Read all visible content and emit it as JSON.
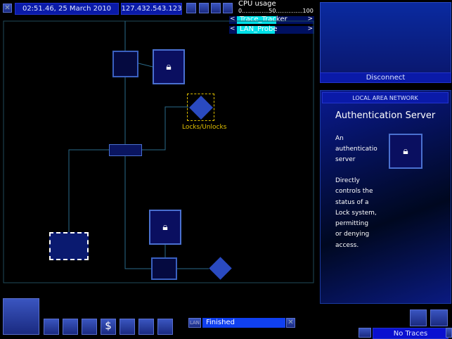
{
  "topbar": {
    "date": "02:51.46, 25 March 2010",
    "ip": "127.432.543.123"
  },
  "cpu": {
    "title": "CPU usage",
    "scale": "0...............50...............100",
    "programs": [
      {
        "name": "Trace_Tracker",
        "progress": 0.46
      },
      {
        "name": "LAN_Probe",
        "progress": 0.45
      }
    ]
  },
  "map": {
    "disconnect": "Disconnect"
  },
  "network": {
    "lock_label": "Locks/Unlocks"
  },
  "info": {
    "header": "LOCAL AREA NETWORK",
    "title": "Authentication Server",
    "desc1": [
      "An",
      "authenticatio",
      "server"
    ],
    "desc2": [
      "Directly",
      "controls the",
      "status of a",
      "Lock system,",
      "permitting",
      "or denying",
      "access."
    ]
  },
  "task": {
    "tag": "LAN",
    "status": "Finished"
  },
  "traces": {
    "label": "No Traces"
  },
  "colors": {
    "accent": "#0a1aa8",
    "highlight": "#00e0e8",
    "lock": "#e0c000"
  }
}
